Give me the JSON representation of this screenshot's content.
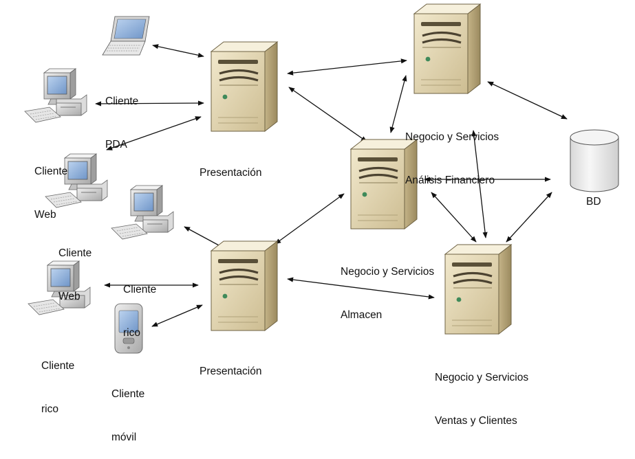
{
  "colors": {
    "server_front": "#e2d5b0",
    "server_side": "#b6a57b",
    "server_top": "#f3ecd6",
    "computer_body": "#d2d2d2",
    "screen": "#7fa6d6",
    "db_fill": "#ececec",
    "arrow": "#111111",
    "text": "#111111"
  },
  "nodes": {
    "pres_top": {
      "icon": "server",
      "label": [
        "Presentación"
      ]
    },
    "pres_bottom": {
      "icon": "server",
      "label": [
        "Presentación"
      ]
    },
    "analisis": {
      "icon": "server",
      "label": [
        "Negocio y Servicios",
        "Análisis Financiero"
      ]
    },
    "almacen": {
      "icon": "server",
      "label": [
        "Negocio y Servicios",
        "Almacen"
      ]
    },
    "ventas": {
      "icon": "server",
      "label": [
        "Negocio y Servicios",
        "Ventas y Clientes"
      ]
    },
    "bd": {
      "icon": "database",
      "label": [
        "BD"
      ]
    },
    "pda": {
      "icon": "laptop",
      "label": [
        "Cliente",
        "PDA"
      ]
    },
    "web1": {
      "icon": "desktop-computer",
      "label": [
        "Cliente",
        "Web"
      ]
    },
    "web2": {
      "icon": "desktop-computer",
      "label": [
        "Cliente",
        "Web"
      ]
    },
    "rico1": {
      "icon": "desktop-computer",
      "label": [
        "Cliente",
        "rico"
      ]
    },
    "rico2": {
      "icon": "desktop-computer",
      "label": [
        "Cliente",
        "rico"
      ]
    },
    "movil": {
      "icon": "mobile-phone",
      "label": [
        "Cliente",
        "móvil"
      ]
    }
  },
  "connections": [
    {
      "from": "pda",
      "to": "pres_top",
      "style": "bidirectional"
    },
    {
      "from": "web1",
      "to": "pres_top",
      "style": "bidirectional"
    },
    {
      "from": "web2",
      "to": "pres_top",
      "style": "bidirectional"
    },
    {
      "from": "pres_top",
      "to": "analisis",
      "style": "bidirectional"
    },
    {
      "from": "pres_top",
      "to": "almacen",
      "style": "bidirectional"
    },
    {
      "from": "almacen",
      "to": "analisis",
      "style": "bidirectional"
    },
    {
      "from": "analisis",
      "to": "bd",
      "style": "bidirectional"
    },
    {
      "from": "analisis",
      "to": "ventas",
      "style": "bidirectional"
    },
    {
      "from": "almacen",
      "to": "bd",
      "style": "bidirectional"
    },
    {
      "from": "almacen",
      "to": "ventas",
      "style": "bidirectional"
    },
    {
      "from": "ventas",
      "to": "bd",
      "style": "bidirectional"
    },
    {
      "from": "rico1",
      "to": "pres_bottom",
      "style": "bidirectional"
    },
    {
      "from": "rico2",
      "to": "pres_bottom",
      "style": "bidirectional"
    },
    {
      "from": "movil",
      "to": "pres_bottom",
      "style": "bidirectional"
    },
    {
      "from": "pres_bottom",
      "to": "almacen",
      "style": "bidirectional"
    },
    {
      "from": "pres_bottom",
      "to": "ventas",
      "style": "bidirectional"
    }
  ]
}
